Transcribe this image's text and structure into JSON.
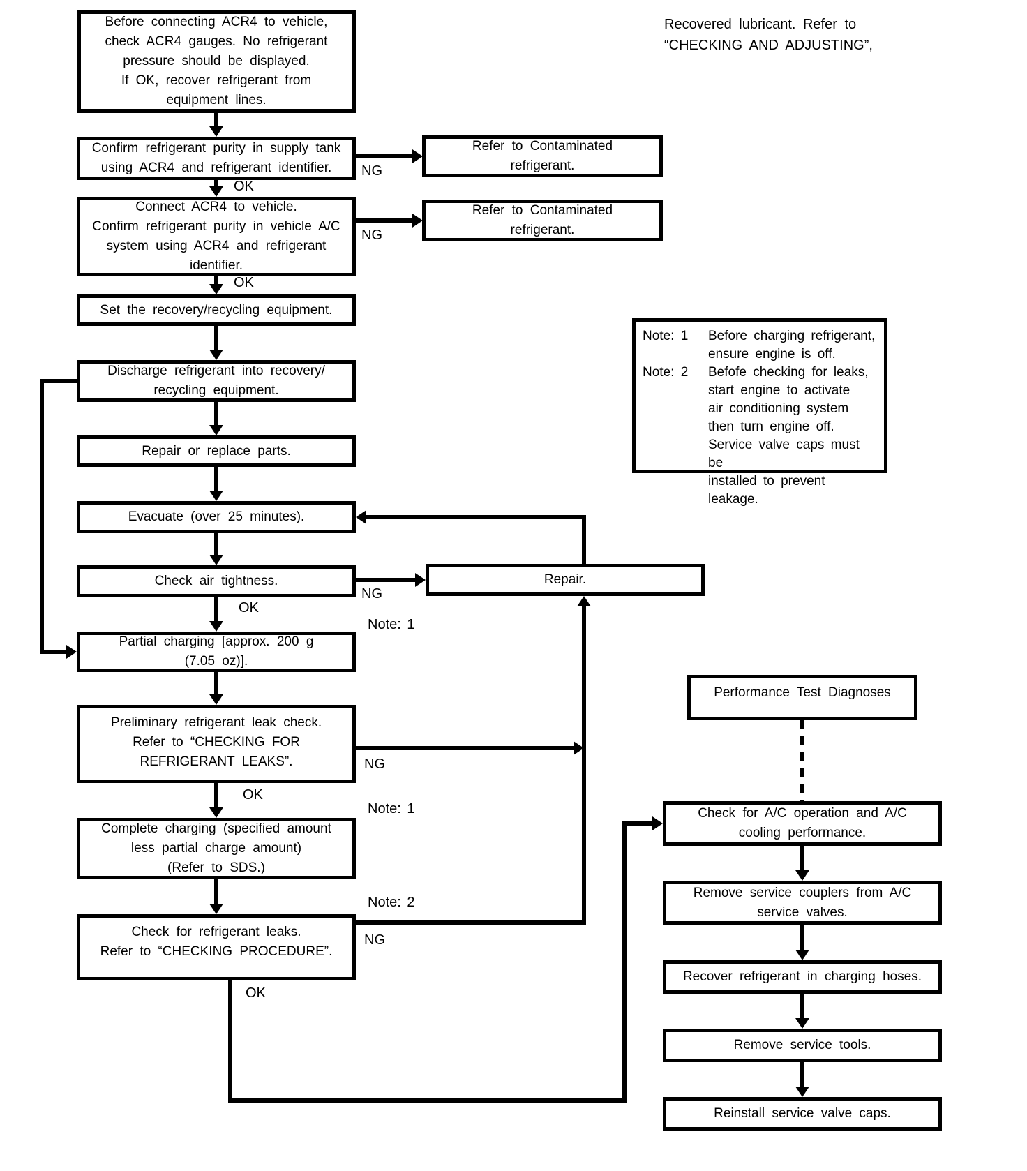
{
  "annotations": {
    "recovered_lubricant": "Recovered lubricant. Refer to\n“CHECKING AND ADJUSTING”,"
  },
  "nodes": {
    "start": "Before connecting ACR4 to vehicle,\ncheck ACR4 gauges. No refrigerant\npressure should be displayed.\nIf OK, recover refrigerant from\nequipment lines.",
    "confirm_supply": "Confirm refrigerant purity in supply tank\nusing ACR4 and refrigerant identifier.",
    "contaminated_1": "Refer to Contaminated\nrefrigerant.",
    "connect_vehicle": "Connect ACR4 to vehicle.\nConfirm refrigerant purity in vehicle A/C\nsystem using ACR4 and refrigerant\nidentifier.",
    "contaminated_2": "Refer to Contaminated\nrefrigerant.",
    "set_equipment": "Set the recovery/recycling equipment.",
    "discharge": "Discharge refrigerant into recovery/\nrecycling equipment.",
    "repair_parts": "Repair or replace parts.",
    "evacuate": "Evacuate (over 25 minutes).",
    "check_air": "Check air tightness.",
    "repair": "Repair.",
    "partial_charging": "Partial charging [approx. 200 g\n(7.05 oz)].",
    "preliminary_check": "Preliminary refrigerant leak check.\nRefer to “CHECKING FOR\nREFRIGERANT LEAKS”.",
    "complete_charging": "Complete charging (specified amount\nless partial charge amount)\n(Refer to SDS.)",
    "check_leaks": "Check for refrigerant leaks.\nRefer to “CHECKING PROCEDURE”.",
    "performance_test": "Performance Test Diagnoses",
    "ac_operation": "Check for A/C operation and A/C\ncooling performance.",
    "remove_couplers": "Remove service couplers from A/C\nservice valves.",
    "recover_hoses": "Recover refrigerant in charging hoses.",
    "remove_tools": "Remove service tools.",
    "reinstall_caps": "Reinstall service valve caps."
  },
  "labels": {
    "ng_supply": "NG",
    "ok_supply": "OK",
    "ng_vehicle": "NG",
    "ok_vehicle": "OK",
    "ng_air": "NG",
    "ok_air": "OK",
    "note1_air": "Note: 1",
    "ng_prelim": "NG",
    "ok_prelim": "OK",
    "note1_prelim": "Note: 1",
    "note2_leaks": "Note: 2",
    "ng_leaks": "NG",
    "ok_leaks": "OK"
  },
  "note_box": {
    "notes": [
      {
        "label": "Note: 1",
        "lines": [
          "Before charging refrigerant,",
          "ensure engine is off."
        ]
      },
      {
        "label": "Note: 2",
        "lines": [
          "Befofe checking for leaks,",
          "start engine to activate",
          "air conditioning system",
          "then turn engine off.",
          "Service valve caps must be",
          "installed to prevent leakage."
        ]
      }
    ]
  }
}
